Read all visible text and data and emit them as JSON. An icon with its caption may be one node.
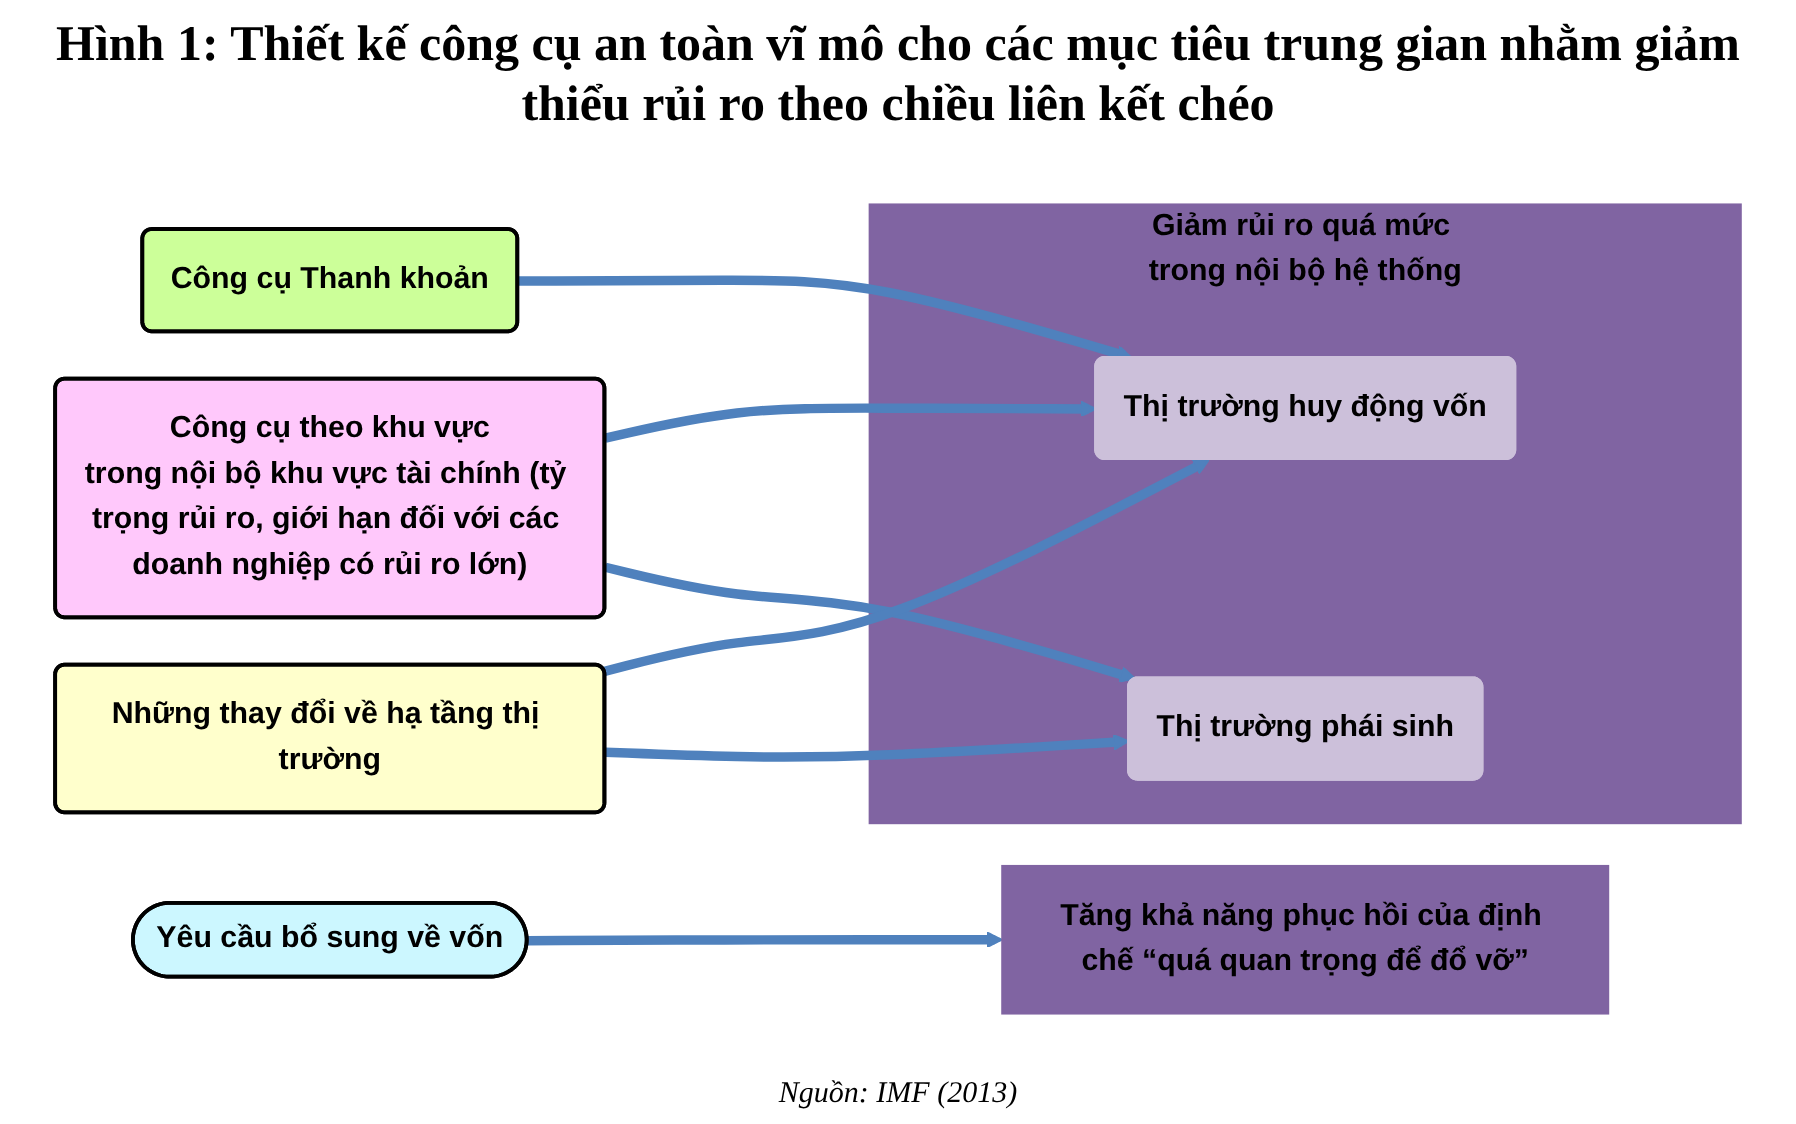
{
  "diagram": {
    "title": "Hình 1: Thiết kế công cụ an toàn vĩ mô cho các mục tiêu trung gian nhằm giảm thiểu rủi ro theo chiều liên kết chéo",
    "caption": "Nguồn: IMF (2013)",
    "nodes": [
      {
        "text": [
          "Yêu cầu bổ sung về vốn"
        ]
      },
      {
        "text": [
          "Công cụ theo khu vực",
          "trong nội bộ khu vực tài chính (tỷ trọng rủi ro, giới hạn đối với các doanh nghiệp có rủi ro lớn)"
        ]
      },
      {
        "text": [
          "Công cụ Thanh khoản"
        ]
      },
      {
        "text": [
          "Những thay đổi về hạ tầng thị trường"
        ]
      },
      {
        "text": [
          "Tăng khả năng phục hồi của định chế “quá quan trọng để đổ vỡ”"
        ]
      },
      {
        "text": [
          "Giảm rủi ro quá mức trong nội bộ hệ thống"
        ]
      },
      {
        "text": [
          "Thị trường huy động vốn"
        ],
        "in": 5
      },
      {
        "text": [
          "Thị trường phái sinh"
        ],
        "in": 5
      }
    ],
    "edges": [
      {
        "from": 0,
        "to": 4,
        "arrow": "to"
      },
      {
        "from": 1,
        "to": 6,
        "arrow": "to"
      },
      {
        "from": 1,
        "to": 7,
        "arrow": "to"
      },
      {
        "from": 2,
        "to": 6,
        "arrow": "to"
      },
      {
        "from": 3,
        "to": 6,
        "arrow": "to"
      },
      {
        "from": 3,
        "to": 7,
        "arrow": "to"
      }
    ]
  }
}
